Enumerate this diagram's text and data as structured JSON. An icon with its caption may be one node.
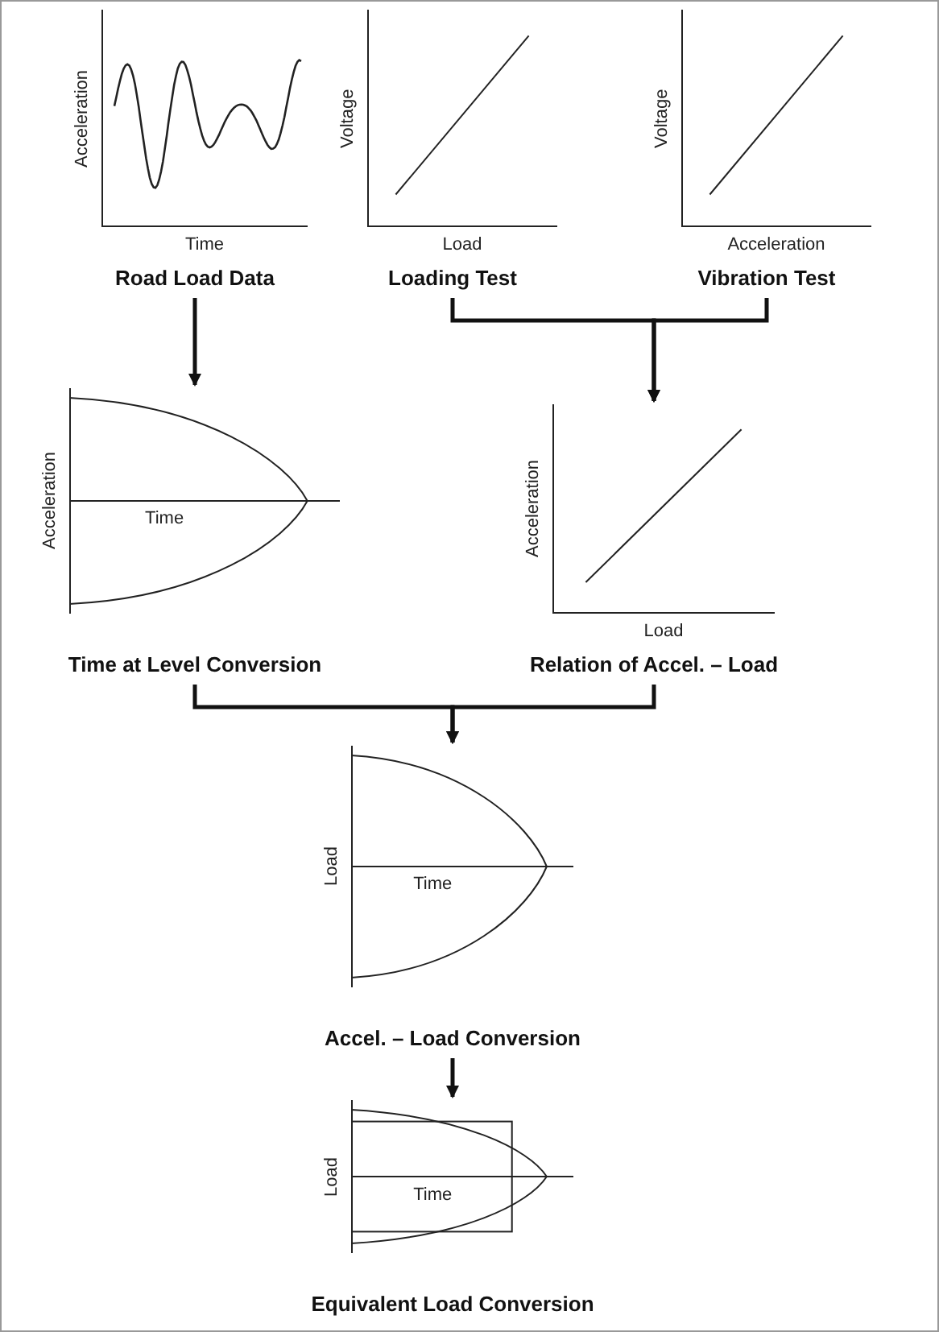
{
  "diagram": {
    "nodes": [
      {
        "text": [
          "Acceleration",
          "Time",
          "Road Load Data"
        ]
      },
      {
        "text": [
          "Voltage",
          "Load",
          "Loading Test"
        ]
      },
      {
        "text": [
          "Voltage",
          "Acceleration",
          "Vibration Test"
        ]
      },
      {
        "text": [
          "Acceleration",
          "Time",
          "Time at Level Conversion"
        ]
      },
      {
        "text": [
          "Acceleration",
          "Load",
          "Relation of Accel. – Load"
        ]
      },
      {
        "text": [
          "Load",
          "Time",
          "Accel. – Load Conversion"
        ]
      },
      {
        "text": [
          "Load",
          "Time",
          "Equivalent Load Conversion"
        ]
      }
    ],
    "edges": [
      {
        "from": 0,
        "to": 3,
        "arrow": "to"
      },
      {
        "from": 1,
        "to": 4,
        "arrow": "to"
      },
      {
        "from": 2,
        "to": 4,
        "arrow": "to"
      },
      {
        "from": 3,
        "to": 5,
        "arrow": "to"
      },
      {
        "from": 4,
        "to": 5,
        "arrow": "to"
      },
      {
        "from": 5,
        "to": 6,
        "arrow": "to"
      }
    ]
  }
}
